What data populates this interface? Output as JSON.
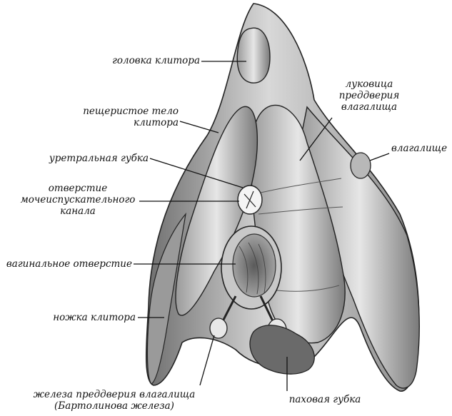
{
  "labels": {
    "glans": "головка клитора",
    "corpus": [
      "пещеристое тело",
      "клитора"
    ],
    "urethral_sponge": "уретральная губка",
    "urethral_opening": [
      "отверстие",
      "мочеиспускательного",
      "канала"
    ],
    "vaginal_opening": "вагинальное отверстие",
    "crus": "ножка клитора",
    "bartholin": [
      "железа преддверия влагалища",
      "(Бартолинова железа)"
    ],
    "vestibular_bulb": [
      "луковица",
      "преддверия",
      "влагалища"
    ],
    "vagina": "влагалище",
    "perineal_sponge": "паховая губка"
  }
}
